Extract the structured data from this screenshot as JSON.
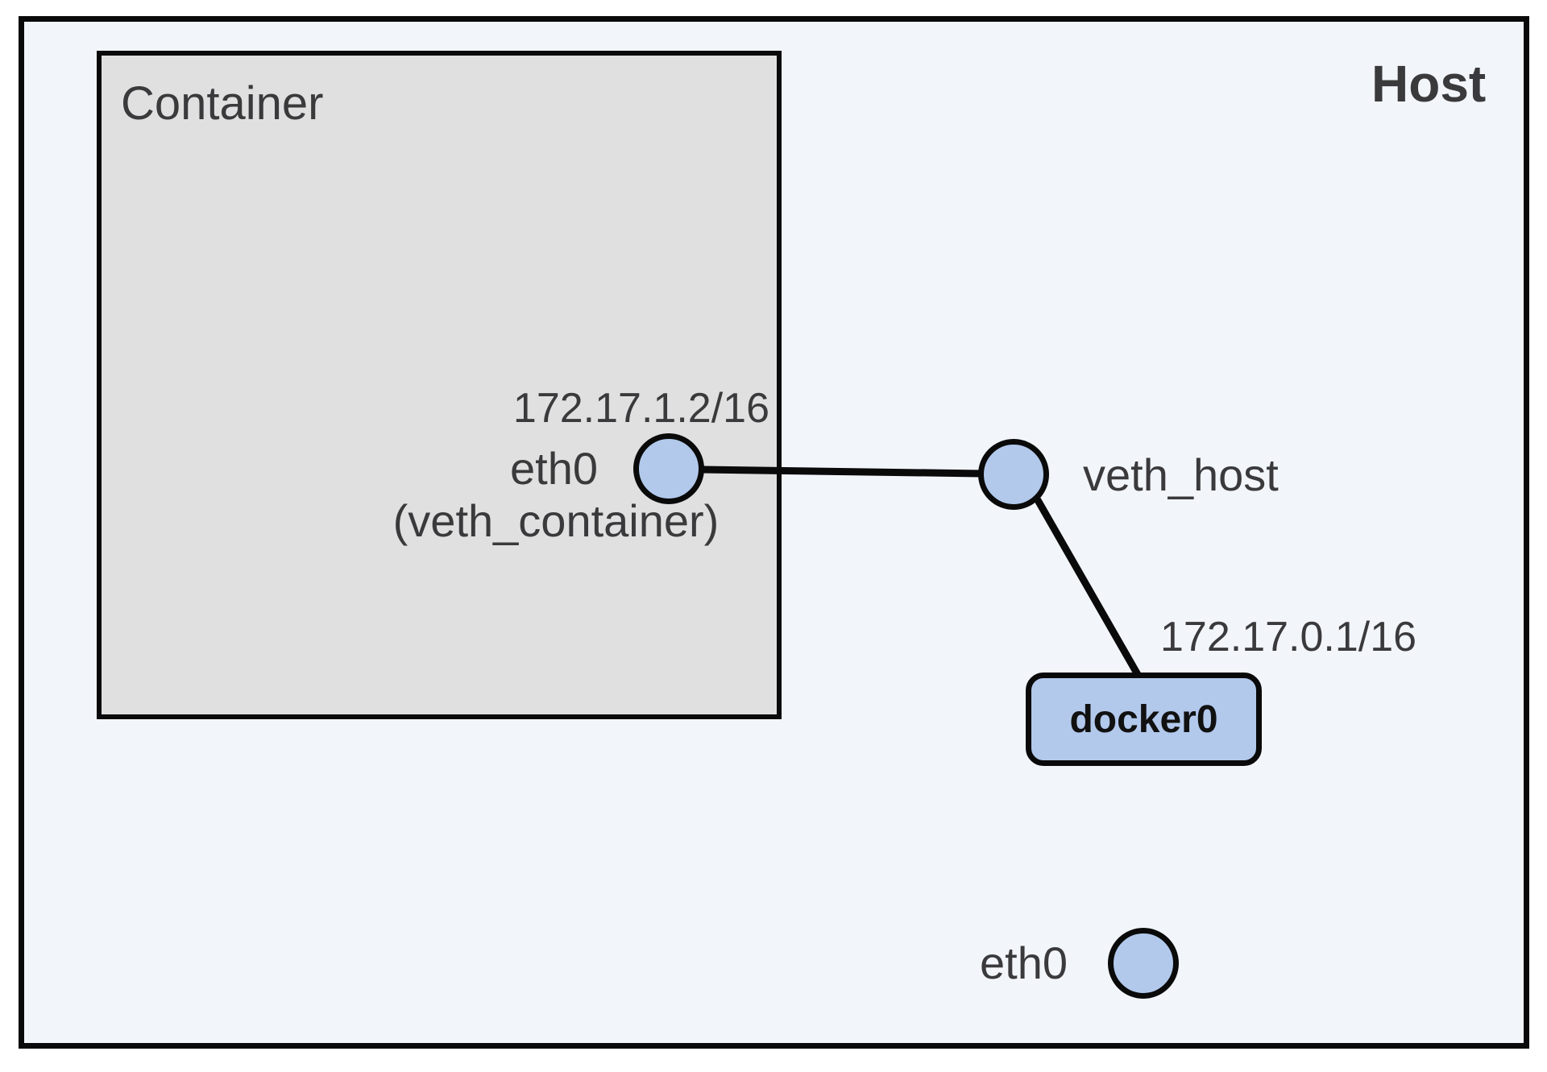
{
  "colors": {
    "page_bg": "#ffffff",
    "host_bg": "#f2f5fa",
    "container_bg": "#e0e0e0",
    "node_fill": "#b2c9ec",
    "line_color": "#0a0a0a",
    "text_color": "#3a3a3c",
    "docker0_text": "#111111"
  },
  "host": {
    "label": "Host"
  },
  "container": {
    "label": "Container"
  },
  "nodes": {
    "eth0_container": {
      "label": "eth0",
      "alias": "(veth_container)",
      "ip": "172.17.1.2/16"
    },
    "veth_host": {
      "label": "veth_host"
    },
    "docker0": {
      "label": "docker0",
      "ip": "172.17.0.1/16"
    },
    "eth0_host": {
      "label": "eth0"
    }
  },
  "connections": [
    {
      "from": "eth0 (veth_container)",
      "to": "veth_host"
    },
    {
      "from": "veth_host",
      "to": "docker0"
    }
  ]
}
